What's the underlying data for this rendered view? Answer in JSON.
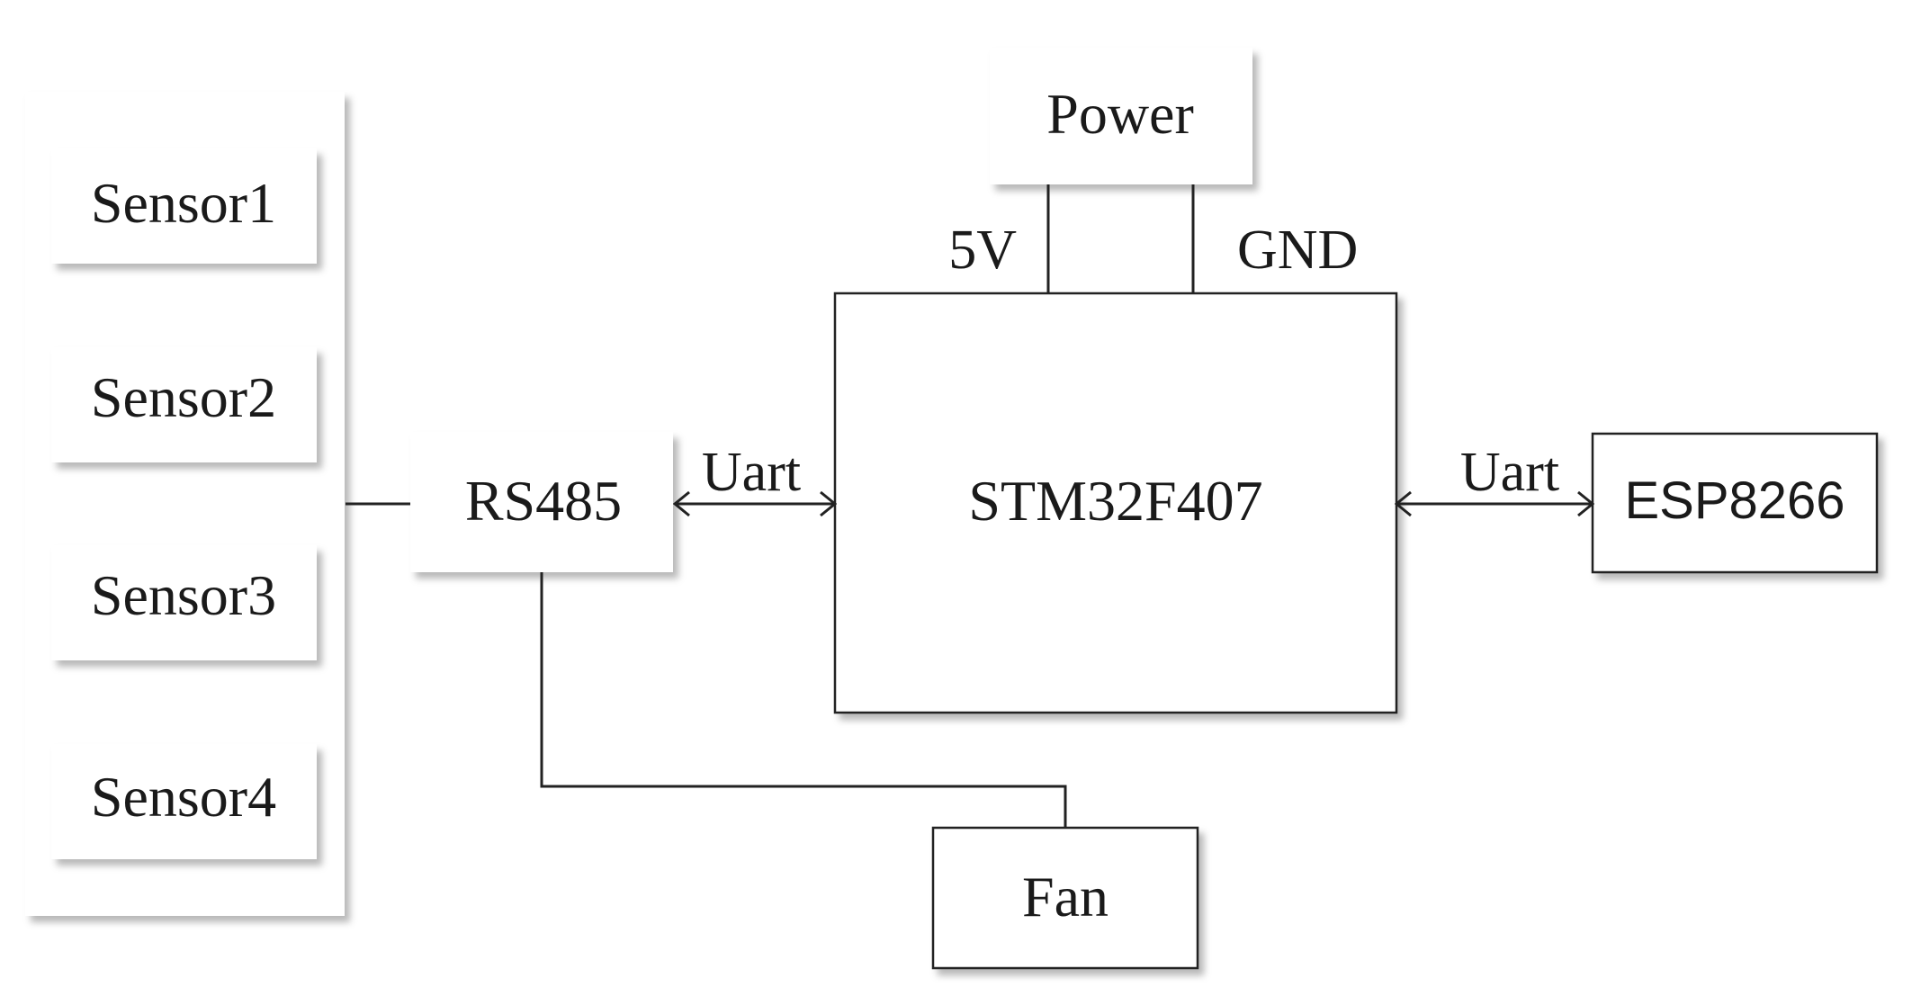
{
  "blocks": {
    "sensor1": "Sensor1",
    "sensor2": "Sensor2",
    "sensor3": "Sensor3",
    "sensor4": "Sensor4",
    "rs485": "RS485",
    "mcu": "STM32F407",
    "esp": "ESP8266",
    "power": "Power",
    "fan": "Fan"
  },
  "labels": {
    "uart_left": "Uart",
    "uart_right": "Uart",
    "v5": "5V",
    "gnd": "GND"
  }
}
